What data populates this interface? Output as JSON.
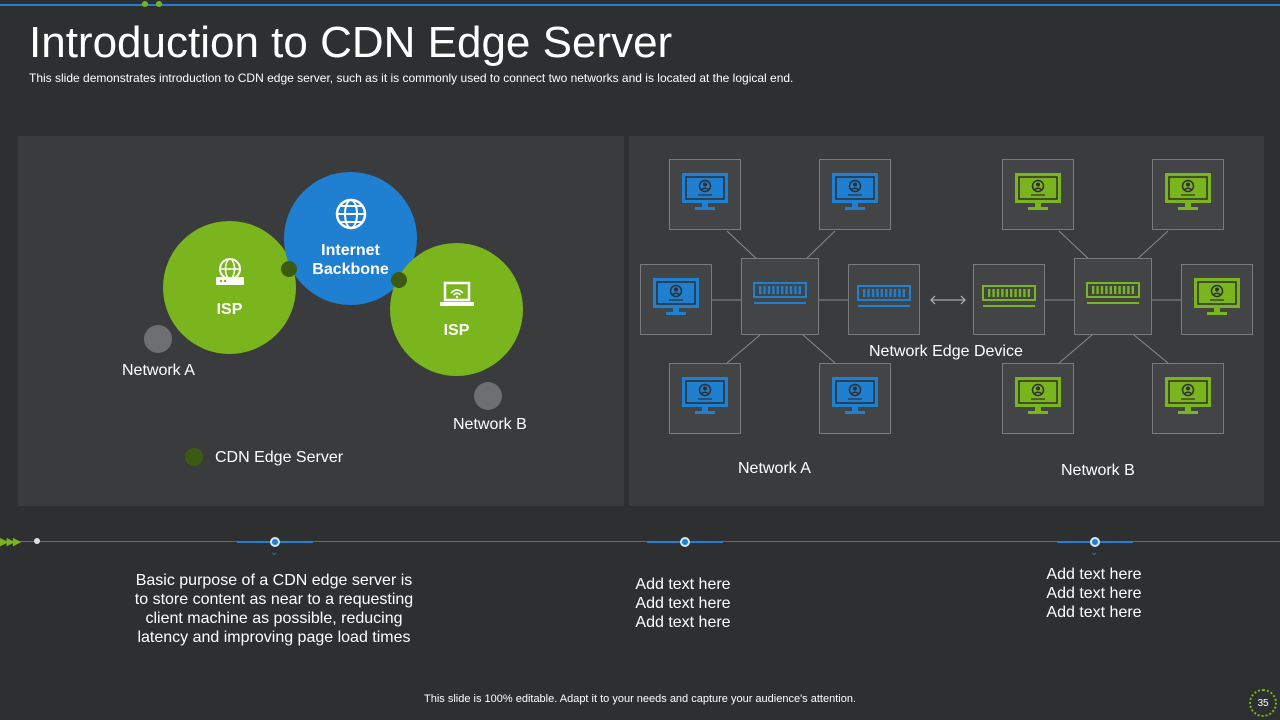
{
  "slide": {
    "title": "Introduction to CDN Edge Server",
    "subtitle": "This slide demonstrates introduction to CDN edge server,  such as it is commonly used to connect two networks and is located at the logical end.",
    "footer": "This slide is 100% editable. Adapt it to your needs and capture your audience's attention.",
    "page_number": "35"
  },
  "left_diagram": {
    "isp_left_label": "ISP",
    "internet_backbone_label": "Internet\nBackbone",
    "isp_right_label": "ISP",
    "network_a_label": "Network A",
    "network_b_label": "Network B",
    "legend_label": "CDN Edge Server",
    "icons": [
      "router-icon",
      "globe-icon",
      "laptop-wifi-icon"
    ]
  },
  "right_diagram": {
    "edge_device_label": "Network Edge Device",
    "network_a_label": "Network A",
    "network_b_label": "Network B",
    "icons": [
      "monitor-user-icon",
      "switch-icon",
      "double-arrow-icon"
    ]
  },
  "timeline": {
    "items": [
      {
        "text": "Basic purpose of a CDN edge server is\nto store content as near to a requesting\nclient machine as possible, reducing\nlatency and improving page load times"
      },
      {
        "text": "Add text here\nAdd text here\nAdd text here"
      },
      {
        "text": "Add text here\nAdd text here\nAdd text here"
      }
    ]
  },
  "colors": {
    "background": "#2e2f31",
    "panel": "#3a3b3d",
    "blue": "#1f7fd0",
    "green": "#7ab51d",
    "dark_green": "#3d5a12"
  }
}
